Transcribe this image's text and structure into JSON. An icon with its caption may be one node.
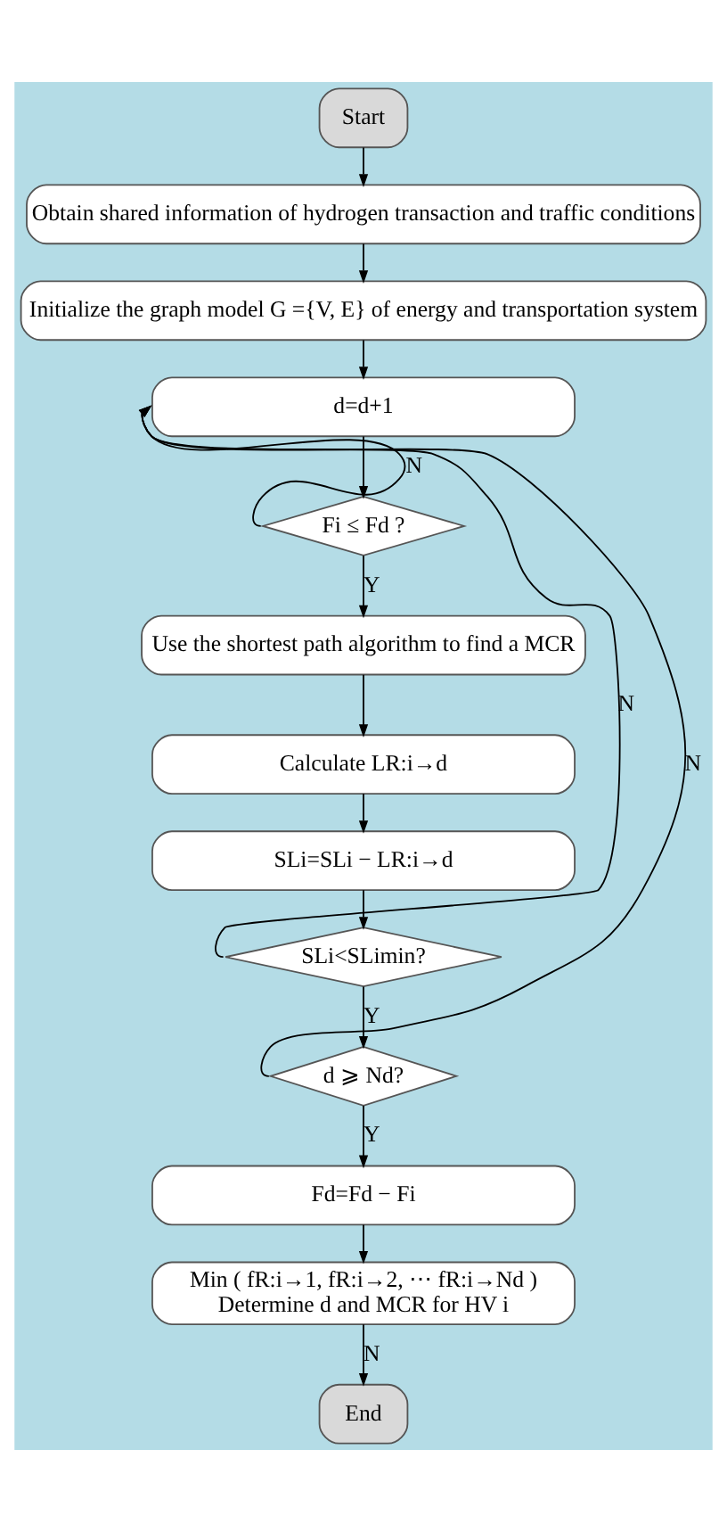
{
  "diagram": {
    "nodes": [
      {
        "text": [
          "Start"
        ]
      },
      {
        "text": [
          "Obtain shared information of hydrogen transaction and traffic conditions"
        ]
      },
      {
        "text": [
          "Initialize the graph model G ={V, E} of energy and transportation system"
        ]
      },
      {
        "text": [
          "d=d+1"
        ]
      },
      {
        "text": [
          "Fi ≤ Fd ?"
        ]
      },
      {
        "text": [
          "Use the shortest path algorithm to find a MCR"
        ]
      },
      {
        "text": [
          "Calculate LR:i→d"
        ]
      },
      {
        "text": [
          "SLi=SLi − LR:i→d"
        ]
      },
      {
        "text": [
          "SLi<SLimin?"
        ]
      },
      {
        "text": [
          "d ⩾ Nd?"
        ]
      },
      {
        "text": [
          "Fd=Fd − Fi"
        ]
      },
      {
        "text": [
          "Min ( fR:i→1, fR:i→2, ⋯ fR:i→Nd )",
          "Determine d and MCR for HV i"
        ]
      },
      {
        "text": [
          "End"
        ]
      }
    ],
    "edges": [
      {
        "from": 0,
        "to": 1,
        "arrow": "to"
      },
      {
        "from": 1,
        "to": 2,
        "arrow": "to"
      },
      {
        "from": 2,
        "to": 3,
        "arrow": "to"
      },
      {
        "from": 3,
        "to": 4,
        "arrow": "to"
      },
      {
        "from": 4,
        "to": 5,
        "arrow": "to",
        "label": "Y"
      },
      {
        "from": 5,
        "to": 6,
        "arrow": "to"
      },
      {
        "from": 6,
        "to": 7,
        "arrow": "to"
      },
      {
        "from": 7,
        "to": 8,
        "arrow": "to"
      },
      {
        "from": 8,
        "to": 9,
        "arrow": "to",
        "label": "Y"
      },
      {
        "from": 9,
        "to": 10,
        "arrow": "to",
        "label": "Y"
      },
      {
        "from": 10,
        "to": 11,
        "arrow": "to"
      },
      {
        "from": 11,
        "to": 12,
        "arrow": "to",
        "label": "N"
      },
      {
        "from": 4,
        "to": 3,
        "arrow": "to",
        "label": "N"
      },
      {
        "from": 8,
        "to": 3,
        "arrow": "to",
        "label": "N"
      },
      {
        "from": 9,
        "to": 3,
        "arrow": "to",
        "label": "N"
      }
    ]
  }
}
